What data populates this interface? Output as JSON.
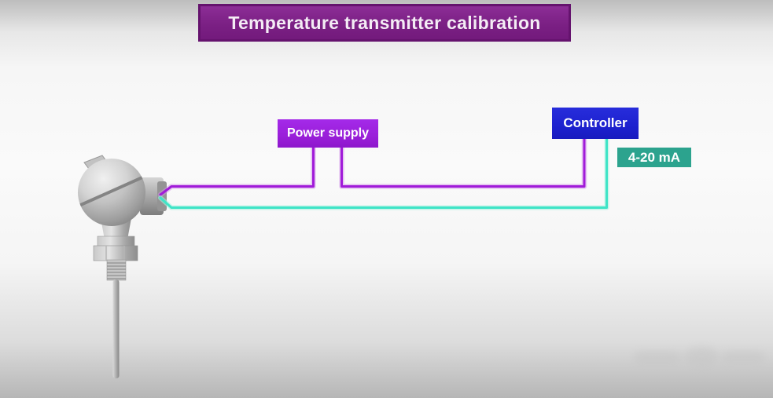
{
  "title": {
    "text": "Temperature transmitter calibration"
  },
  "diagram": {
    "power_supply_label": "Power supply",
    "controller_label": "Controller",
    "signal_range_label": "4-20 mA"
  },
  "colors": {
    "title_bg": "#7b2084",
    "title_border": "#65136e",
    "power_supply_bg": "#9a1fd9",
    "controller_bg": "#1d21cf",
    "signal_badge_bg": "#2ca38e",
    "wire_loop_power": "#a11bd9",
    "wire_signal": "#3fe4c7",
    "label_text": "#ffffff"
  }
}
